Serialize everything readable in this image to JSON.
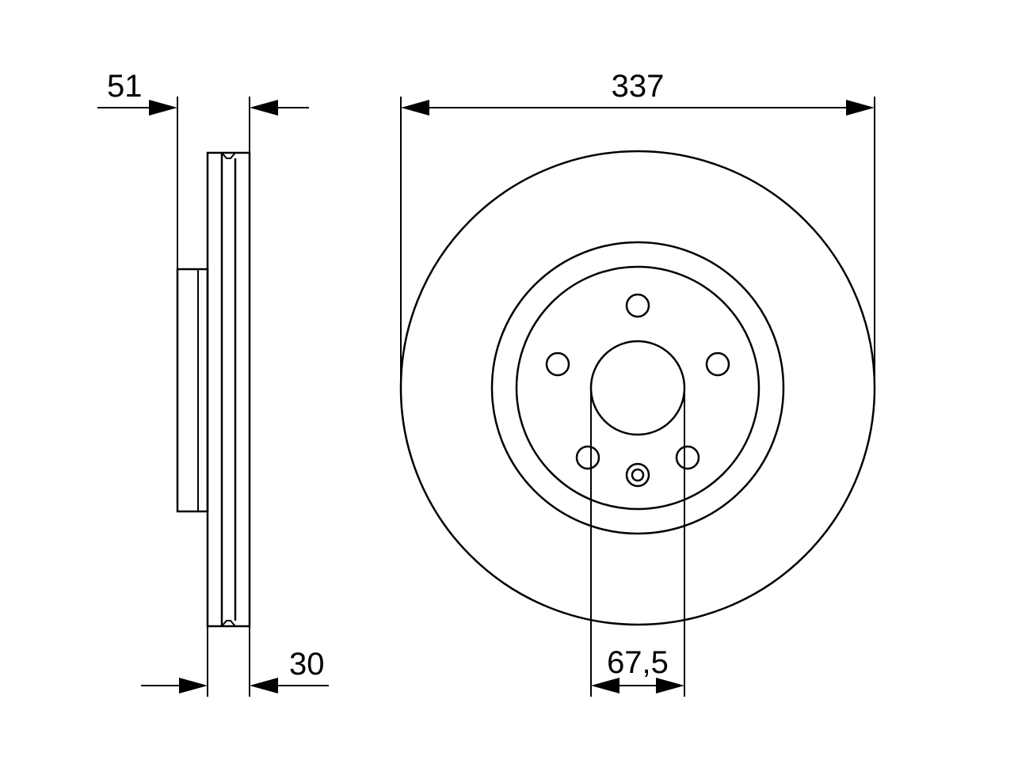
{
  "dimensions": {
    "hub_height": "51",
    "rotor_diameter": "337",
    "disc_thickness": "30",
    "center_bore": "67,5"
  },
  "colors": {
    "line": "#000000",
    "background": "#ffffff"
  }
}
